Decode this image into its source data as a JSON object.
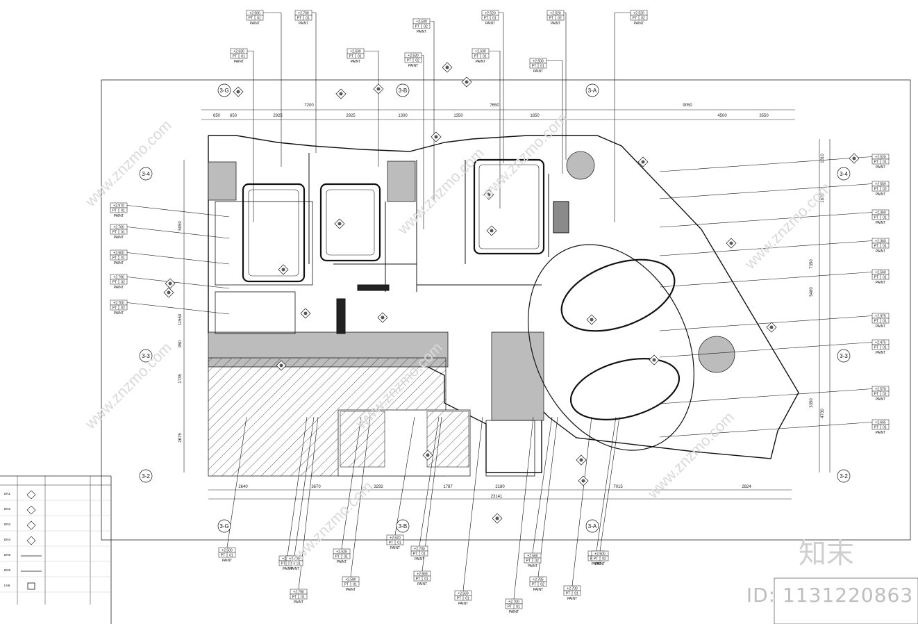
{
  "drawing": {
    "top_dimensions": [
      "650",
      "650",
      "2925",
      "7200",
      "2925",
      "1300",
      "1350",
      "7650",
      "1850",
      "9050",
      "4500",
      "3550"
    ],
    "bottom_dimensions": [
      "2640",
      "3670",
      "3292",
      "1787",
      "2180",
      "7015",
      "2824"
    ],
    "bottom_total": "23141",
    "right_dimensions": [
      "1310",
      "1870",
      "7350",
      "5480",
      "4730",
      "3350"
    ],
    "left_dimensions": [
      "5050",
      "11550",
      "950",
      "1735",
      "2675"
    ],
    "grid_labels_top": [
      "3-G",
      "3-B",
      "3-A"
    ],
    "grid_labels_bottom": [
      "3-G",
      "3-B",
      "3-A"
    ],
    "grid_labels_left": [
      "3-4",
      "3-3",
      "3-2"
    ],
    "grid_labels_right": [
      "3-4",
      "3-3",
      "3-2"
    ],
    "tags_top": [
      {
        "level": "+2.500",
        "code": "PT",
        "num": "01"
      },
      {
        "level": "+2.700",
        "code": "PT",
        "num": "01"
      },
      {
        "level": "+2.500",
        "code": "PT",
        "num": "02"
      },
      {
        "level": "+2.520",
        "code": "PT",
        "num": "01"
      },
      {
        "level": "+2.520",
        "code": "PT",
        "num": "02"
      },
      {
        "level": "+2.520",
        "code": "PT",
        "num": "02"
      },
      {
        "level": "+2.630",
        "code": "PT",
        "num": "01"
      },
      {
        "level": "+2.630",
        "code": "PT",
        "num": "01"
      },
      {
        "level": "+2.630",
        "code": "PT",
        "num": "02"
      },
      {
        "level": "+2.630",
        "code": "PT",
        "num": "01"
      },
      {
        "level": "+2.500",
        "code": "PT",
        "num": "01"
      }
    ],
    "tags_left": [
      {
        "level": "+2.970",
        "code": "PT",
        "num": "01"
      },
      {
        "level": "+2.700",
        "code": "PT",
        "num": "01"
      },
      {
        "level": "+2.500",
        "code": "PT",
        "num": "01"
      },
      {
        "level": "+2.790",
        "code": "PT",
        "num": "02"
      },
      {
        "level": "+2.700",
        "code": "PT",
        "num": "02"
      }
    ],
    "tags_right": [
      {
        "level": "+2.520",
        "code": "PT",
        "num": "01"
      },
      {
        "level": "+2.569",
        "code": "PT",
        "num": "02"
      },
      {
        "level": "+2.360",
        "code": "PT",
        "num": "01"
      },
      {
        "level": "+2.360",
        "code": "PT",
        "num": "01"
      },
      {
        "level": "+2.560",
        "code": "PT",
        "num": "01"
      },
      {
        "level": "+2.975",
        "code": "PT",
        "num": "01"
      },
      {
        "level": "+2.475",
        "code": "PT",
        "num": "01"
      },
      {
        "level": "+2.570",
        "code": "PT",
        "num": "01"
      },
      {
        "level": "+2.665",
        "code": "PT",
        "num": "01"
      }
    ],
    "tags_bottom": [
      {
        "level": "+2.500",
        "code": "PT",
        "num": "01"
      },
      {
        "level": "+2.505",
        "code": "PT",
        "num": "02"
      },
      {
        "level": "+2.525",
        "code": "PT",
        "num": "01"
      },
      {
        "level": "+2.520",
        "code": "PT",
        "num": "01"
      },
      {
        "level": "+2.700",
        "code": "PT",
        "num": "01"
      },
      {
        "level": "+2.569",
        "code": "PT",
        "num": "01"
      },
      {
        "level": "+2.700",
        "code": "PT",
        "num": "01"
      },
      {
        "level": "+2.500",
        "code": "PT",
        "num": "02"
      },
      {
        "level": "+2.700",
        "code": "PT",
        "num": "01"
      },
      {
        "level": "+2.700",
        "code": "PT",
        "num": "01"
      },
      {
        "level": "+2.785",
        "code": "PT",
        "num": "02"
      },
      {
        "level": "+2.580",
        "code": "PT",
        "num": "01"
      },
      {
        "level": "+2.569",
        "code": "PT",
        "num": "01"
      },
      {
        "level": "+2.790",
        "code": "PT",
        "num": "01"
      },
      {
        "level": "+2.700",
        "code": "PT",
        "num": "01"
      },
      {
        "level": "+2.500",
        "code": "PT",
        "num": "02"
      }
    ],
    "paint_label": "PAINT",
    "legend_rows": [
      "DN1",
      "DN2",
      "DN3",
      "DN4",
      "DN5",
      "DN6",
      "LN6"
    ],
    "watermark_text": "知末",
    "watermark_id": "ID: 1131220863",
    "watermark_diag": "www.znzmo.com",
    "colors": {
      "line": "#1a1a1a",
      "fill": "#bcbcbc",
      "watermark": "#cfcfcf"
    }
  }
}
